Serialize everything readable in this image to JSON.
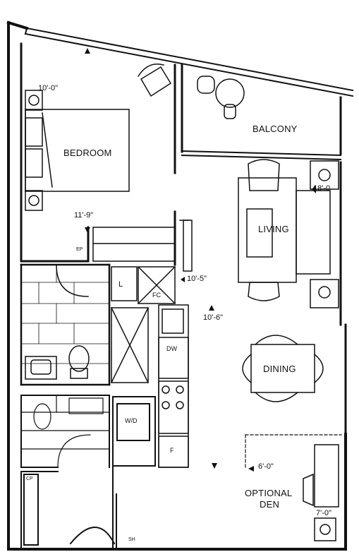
{
  "rooms": {
    "bedroom": "BEDROOM",
    "balcony": "BALCONY",
    "living": "LIVING",
    "dining": "DINING",
    "den_line1": "OPTIONAL",
    "den_line2": "DEN"
  },
  "dimensions": {
    "bedroom_width": "10'-0\"",
    "bedroom_length": "11'-9\"",
    "living_width": "18'-0",
    "living_length": "10'-5\"",
    "dining_length": "10'-6\"",
    "den_width": "6'-0\"",
    "den_length": "7'-0\""
  },
  "fixtures": {
    "linen": "L",
    "coat_closet": "FC",
    "dishwasher": "DW",
    "fridge": "F",
    "washer_dryer": "W/D",
    "electrical_panel": "EP",
    "closet_ct": "CP",
    "shelf": "SH"
  }
}
